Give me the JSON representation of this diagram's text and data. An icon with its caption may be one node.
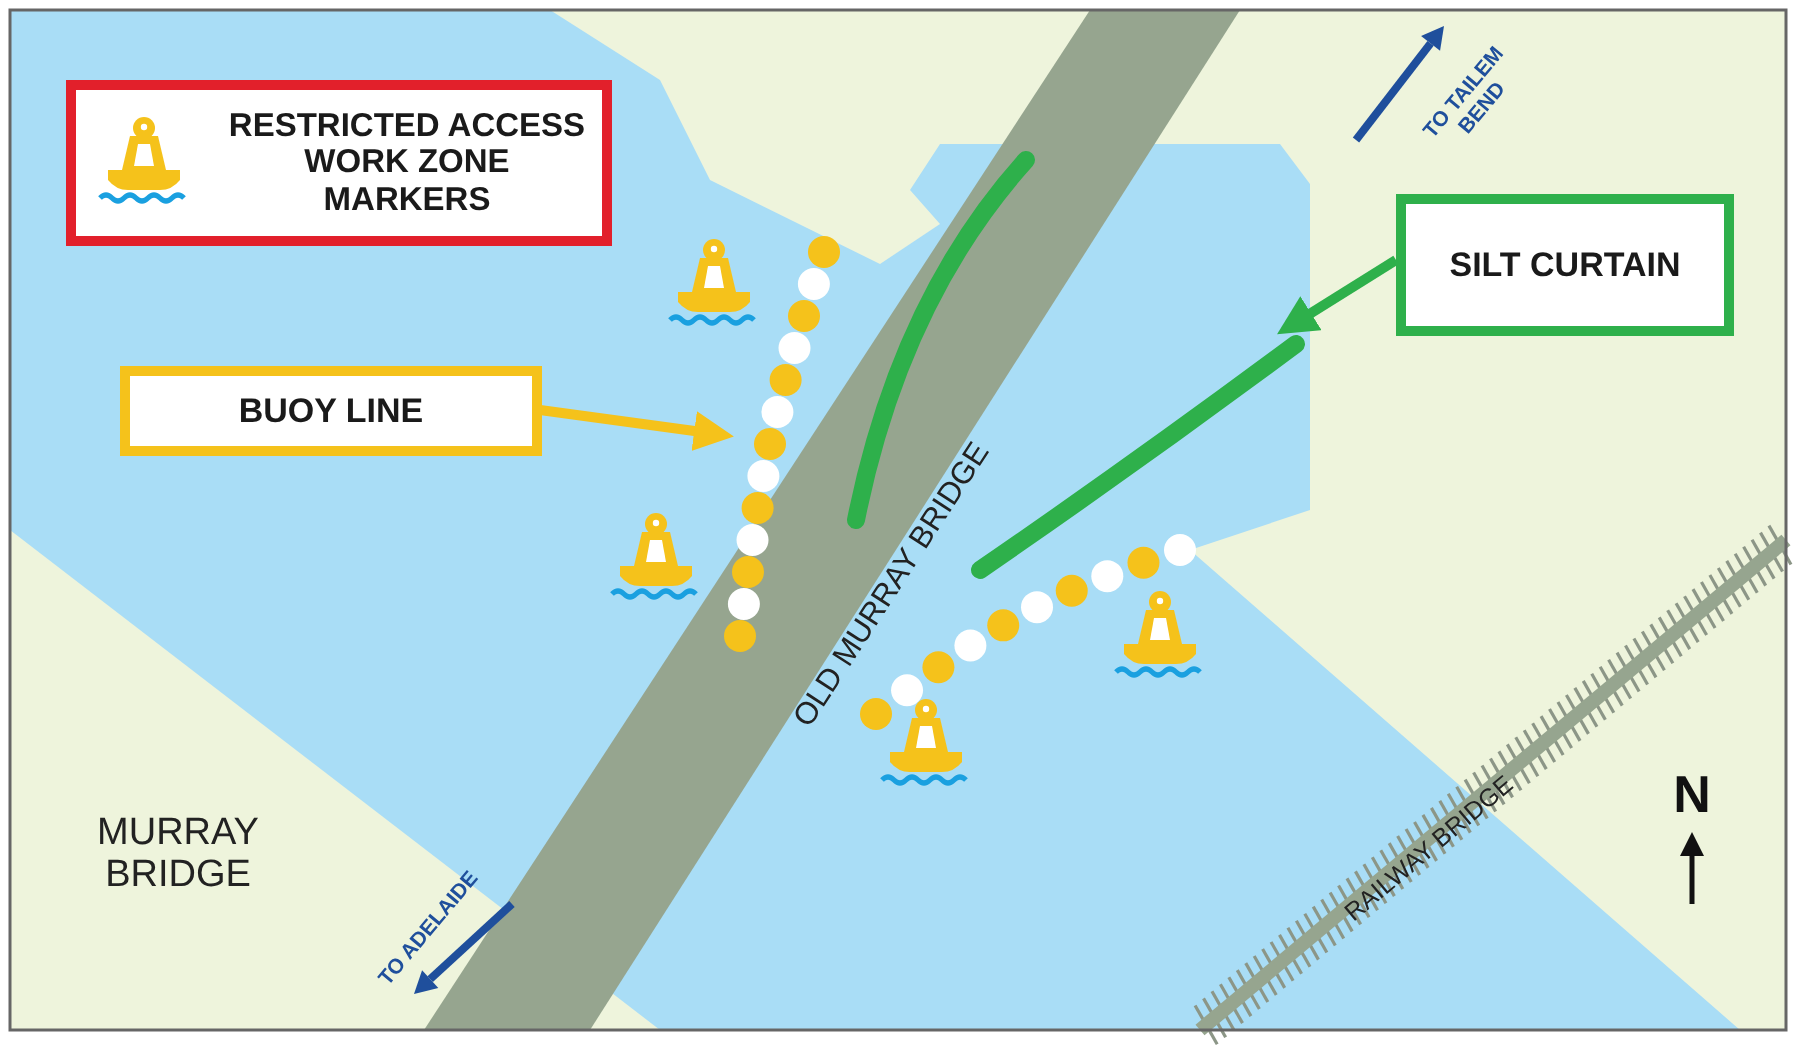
{
  "diagram": {
    "nodes": [
      {
        "text": [
          "RESTRICTED ACCESS WORK ZONE MARKERS"
        ]
      },
      {
        "text": [
          "BUOY LINE"
        ]
      },
      {
        "text": [
          "SILT CURTAIN"
        ]
      },
      {
        "text": [],
        "shape": "picture"
      },
      {
        "text": [],
        "shape": "picture"
      }
    ],
    "edges": [
      {
        "from": 1,
        "to": 3,
        "arrow": "to",
        "color": "#f5c21b"
      },
      {
        "from": 2,
        "to": 4,
        "arrow": "to",
        "color": "#2eb04b"
      }
    ],
    "labels": [
      "OLD MURRAY BRIDGE",
      "TO TAILEM BEND",
      "MURRAY BRIDGE",
      "TO ADELAIDE",
      "RAILWAY BRIDGE",
      "N"
    ]
  }
}
